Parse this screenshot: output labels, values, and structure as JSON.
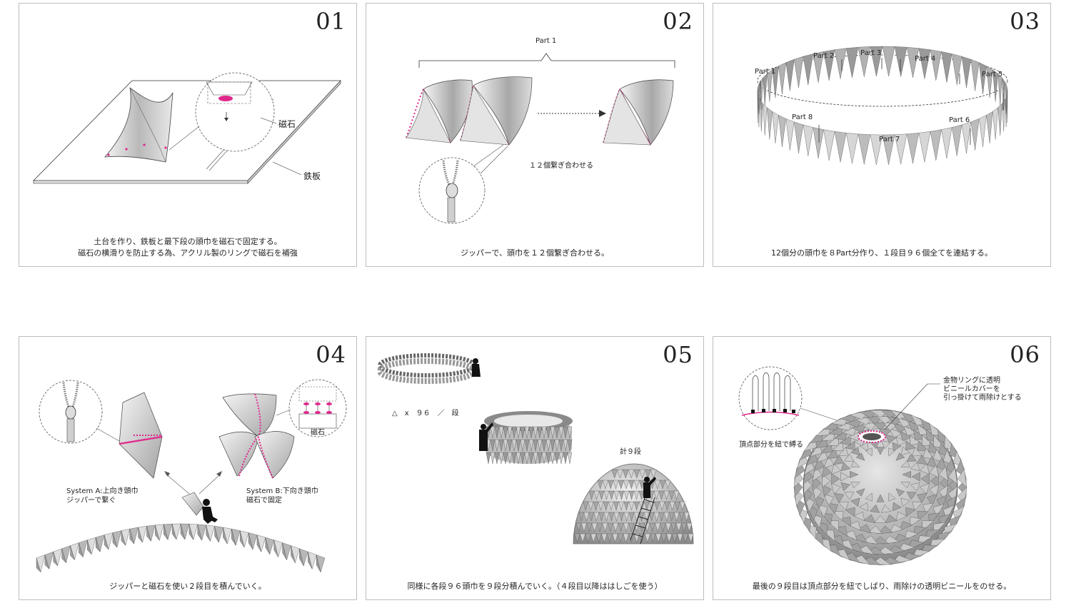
{
  "panels": [
    {
      "number": "01",
      "labels": {
        "magnet": "磁石",
        "iron_plate": "鉄板"
      },
      "caption": [
        "土台を作り、鉄板と最下段の頭巾を磁石で固定する。",
        "磁石の横滑りを防止する為、アクリル製のリングで磁石を補強"
      ]
    },
    {
      "number": "02",
      "labels": {
        "part": "Part 1",
        "connect": "１２個繋ぎ合わせる"
      },
      "caption": [
        "ジッパーで、頭巾を１２個繋ぎ合わせる。"
      ]
    },
    {
      "number": "03",
      "labels": {
        "parts": [
          "Part 1",
          "Part 2",
          "Part 3",
          "Part 4",
          "Part 5",
          "Part 6",
          "Part 7",
          "Part 8"
        ]
      },
      "caption": [
        "12個分の頭巾を８Part分作り、１段目９６個全てを連結する。"
      ]
    },
    {
      "number": "04",
      "labels": {
        "system_a": [
          "System A:上向き頭巾",
          "ジッパーで繋ぐ"
        ],
        "system_b": [
          "System B:下向き頭巾",
          "磁石で固定"
        ],
        "magnet": "磁石"
      },
      "caption": [
        "ジッパーと磁石を使い２段目を積んでいく。"
      ]
    },
    {
      "number": "05",
      "labels": {
        "per_row": "△　x　９６　／　段",
        "total": "計９段"
      },
      "caption": [
        "同様に各段９６頭巾を９段分積んでいく。（４段目以降ははしごを使う）"
      ]
    },
    {
      "number": "06",
      "labels": {
        "cover": [
          "金物リングに透明",
          "ビニールカバーを",
          "引っ掛けて雨除けとする"
        ],
        "tie": "頂点部分を紐で縛る"
      },
      "caption": [
        "最後の９段目は頂点部分を紐でしばり、雨除けの透明ビニールをのせる。"
      ]
    }
  ],
  "colors": {
    "accent": "#e0288c",
    "line": "#333333",
    "fold": "#9a9a9a"
  }
}
